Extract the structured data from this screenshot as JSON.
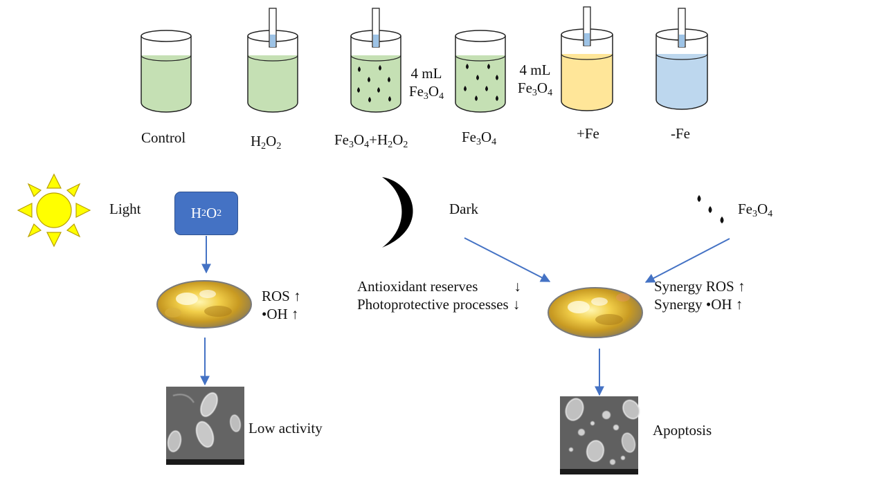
{
  "beakers": {
    "control": "Control",
    "h2o2": "H2O2",
    "fe3o4_h2o2": "Fe3O4+H2O2",
    "fe3o4": "Fe3O4",
    "plus_fe": "+Fe",
    "minus_fe": "-Fe"
  },
  "dose_1": {
    "amount": "4 mL",
    "agent": "Fe3O4"
  },
  "dose_2": {
    "amount": "4 mL",
    "agent": "Fe3O4"
  },
  "conditions": {
    "light": "Light",
    "h2o2_box": "H2O2",
    "dark": "Dark",
    "fe3o4": "Fe3O4"
  },
  "effects_left": {
    "ros": "ROS ↑",
    "oh": "•OH ↑"
  },
  "effects_middle": {
    "antioxidant": "Antioxidant reserves",
    "photoprotective": "Photoprotective processes"
  },
  "effects_right": {
    "synergy_ros": "Synergy ROS ↑",
    "synergy_oh": "Synergy •OH ↑"
  },
  "outcomes": {
    "low_activity": "Low activity",
    "apoptosis": "Apoptosis"
  },
  "colors": {
    "green_liquid": "#c5e0b4",
    "yellow_liquid": "#ffe699",
    "blue_liquid": "#bdd7ee",
    "arrow": "#4472c4",
    "sun": "#ffff00"
  }
}
